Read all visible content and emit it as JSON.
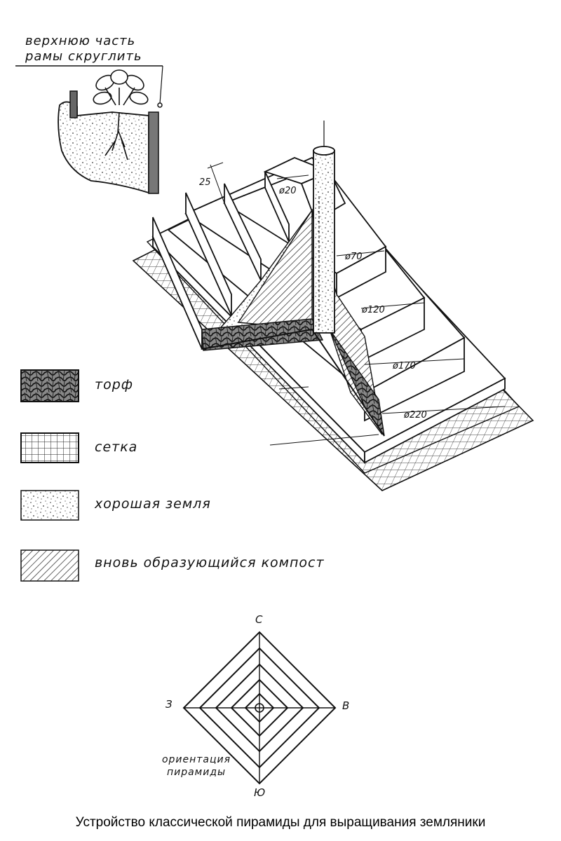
{
  "note": {
    "line1": "верхнюю часть",
    "line2": "рамы скруглить"
  },
  "dimensions": {
    "step_height": "25",
    "pipe": "ø20",
    "tier1": "ø70",
    "tier2": "ø120",
    "tier3": "ø170",
    "tier4": "ø220"
  },
  "legend": [
    {
      "key": "peat",
      "label": "торф"
    },
    {
      "key": "mesh",
      "label": "сетка"
    },
    {
      "key": "soil",
      "label": "хорошая земля"
    },
    {
      "key": "compost",
      "label": "вновь образующийся компост"
    }
  ],
  "compass": {
    "north": "С",
    "south": "Ю",
    "east": "В",
    "west": "З",
    "label_line1": "ориентация",
    "label_line2": "пирамиды"
  },
  "caption": "Устройство классической пирамиды для выращивания земляники"
}
